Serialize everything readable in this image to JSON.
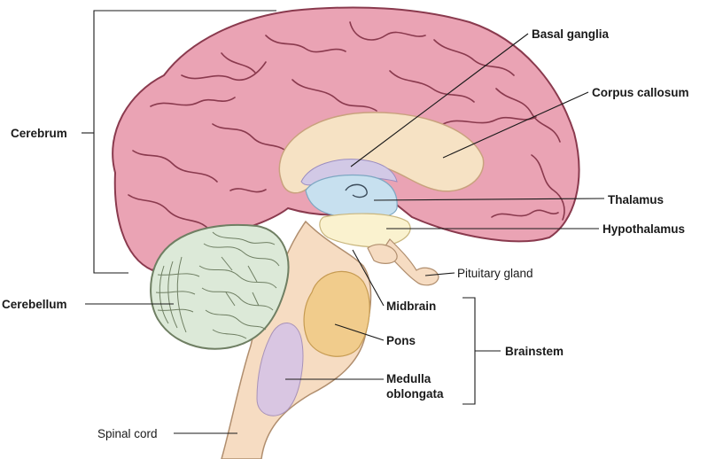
{
  "diagram": {
    "labels": {
      "cerebrum": "Cerebrum",
      "cerebellum": "Cerebellum",
      "spinal_cord": "Spinal cord",
      "basal_ganglia": "Basal ganglia",
      "corpus_callosum": "Corpus callosum",
      "thalamus": "Thalamus",
      "hypothalamus": "Hypothalamus",
      "pituitary_gland": "Pituitary gland",
      "midbrain": "Midbrain",
      "pons": "Pons",
      "medulla_line1": "Medulla",
      "medulla_line2": "oblongata",
      "brainstem": "Brainstem"
    },
    "colors": {
      "cortex": "#eaa3b4",
      "cortex_outline": "#8a3a4e",
      "corpus_callosum": "#f6e2c4",
      "basal_ganglia": "#d2c9e6",
      "thalamus": "#c7e0ef",
      "hypothalamus": "#faf2cf",
      "brainstem": "#f6dcc2",
      "pons": "#f1cc8c",
      "medulla": "#d9c6e2",
      "cerebellum": "#dce9d8",
      "cerebellum_outline": "#6f7f63"
    }
  }
}
